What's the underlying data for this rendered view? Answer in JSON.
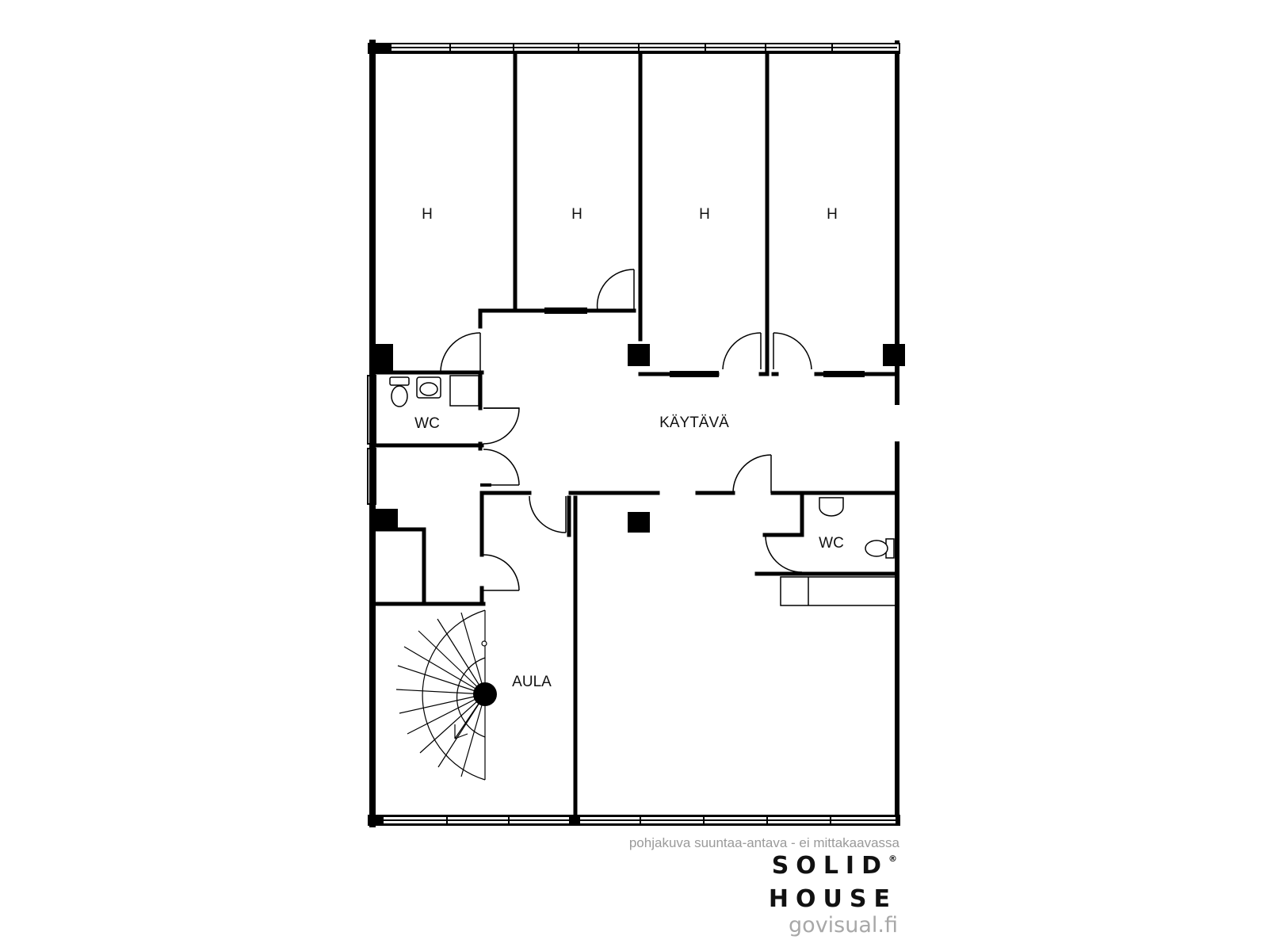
{
  "rooms": [
    {
      "id": "room-1",
      "label": "H"
    },
    {
      "id": "room-2",
      "label": "H"
    },
    {
      "id": "room-3",
      "label": "H"
    },
    {
      "id": "room-4",
      "label": "H"
    },
    {
      "id": "wc-left",
      "label": "WC"
    },
    {
      "id": "corridor",
      "label": "KÄYTÄVÄ"
    },
    {
      "id": "wc-right",
      "label": "WC"
    },
    {
      "id": "lobby",
      "label": "AULA"
    }
  ],
  "footer": {
    "note": "pohjakuva suuntaa-antava - ei mittakaavassa",
    "brand_line1": "SOLID",
    "brand_reg": "®",
    "brand_line2": "HOUSE",
    "site": "govisual.fi"
  },
  "colors": {
    "wall": "#000000",
    "note": "#9a9a9a",
    "site": "#a8a8a8"
  }
}
